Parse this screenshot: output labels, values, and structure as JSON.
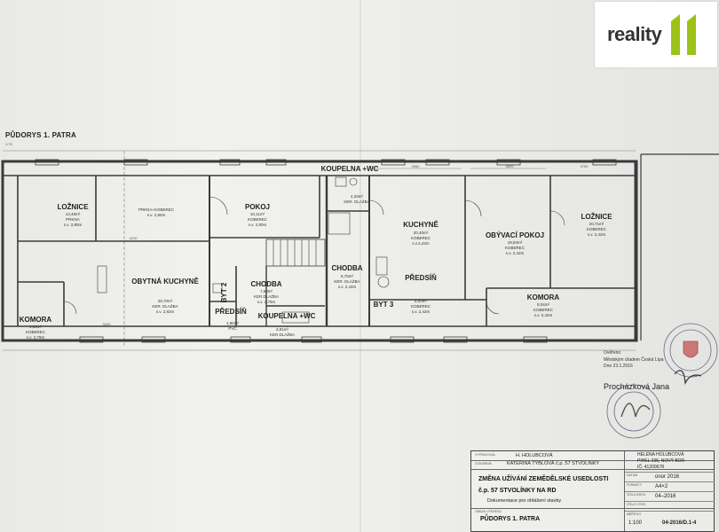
{
  "logo": {
    "text": "reality",
    "mark": "11",
    "mark_color": "#9cc218"
  },
  "plan": {
    "title": "PŮDORYS 1. PATRA",
    "scale_note": "1:75",
    "rooms": [
      {
        "name": "LOŽNICE",
        "area": "13,48m²",
        "floor": "PRKNA",
        "height": "s.v. 2,80m"
      },
      {
        "name": "",
        "area": "",
        "floor": "PRKNA+KOBEREC",
        "height": "s.v. 2,80m"
      },
      {
        "name": "POKOJ",
        "area": "10,11m²",
        "floor": "KOBEREC",
        "height": "s.v. 2,80m"
      },
      {
        "name": "KOUPELNA +WC",
        "area": "4,33m²",
        "floor": "KER. DLAŽBA",
        "height": ""
      },
      {
        "name": "OBYTNÁ KUCHYNĚ",
        "area": "29,70m²",
        "floor": "KER. DLAŽBA",
        "height": "s.v. 2,82m"
      },
      {
        "name": "KOMORA",
        "area": "4,85m²",
        "floor": "KOBEREC",
        "height": "s.v. 2,79m"
      },
      {
        "name": "BYT 2",
        "area": "",
        "floor": "",
        "height": ""
      },
      {
        "name": "CHODBA",
        "area": "7,80m²",
        "floor": "KER.DLAŽBA",
        "height": "s.v. 2,79m"
      },
      {
        "name": "PŘEDSÍŇ",
        "area": "1,90m²",
        "floor": "PVC",
        "height": "s.v. 2,79m"
      },
      {
        "name": "KOUPELNA +WC",
        "area": "3,91m²",
        "floor": "KER.DLAŽBA",
        "height": ""
      },
      {
        "name": "CHODBA",
        "area": "6,75m²",
        "floor": "KER. DLAŽBA",
        "height": "s.v. 2,42m"
      },
      {
        "name": "KUCHYNĚ",
        "area": "20,40m²",
        "floor": "KOBEREC",
        "height": "s.v.2,42m"
      },
      {
        "name": "BYT 3",
        "area": "",
        "floor": "",
        "height": ""
      },
      {
        "name": "PŘEDSÍŇ",
        "area": "6,00m²",
        "floor": "KOBEREC",
        "height": "s.v. 2,42m"
      },
      {
        "name": "OBÝVACÍ POKOJ",
        "area": "19,84m²",
        "floor": "KOBEREC",
        "height": "s.v. 2,42m"
      },
      {
        "name": "KOMORA",
        "area": "9,04m²",
        "floor": "KOBEREC",
        "height": "s.v. 2,42m"
      },
      {
        "name": "LOŽNICE",
        "area": "20,71m²",
        "floor": "KOBEREC",
        "height": "s.v. 2,42m"
      }
    ]
  },
  "certification": {
    "label": "Ověřeno",
    "authority": "Městským úřadem Česká Lípa",
    "date": "Dne 23.1.2016",
    "name": "Procházková Jana"
  },
  "title_block": {
    "drawn_by_label": "VYPRACOVAL",
    "drawn_by": "H. HOLUBCOVÁ",
    "client_label": "STAVEBNÍK",
    "client": "KATEŘINA TÝBLOVÁ č.p. 57 STVOLÍNKY",
    "project_title": "ZMĚNA UŽÍVÁNÍ ZEMĚDĚLSKÉ USEDLOSTI",
    "project_subtitle": "č.p. 57 STVOLÍNKY NA RD",
    "project_note": "Dokumentace pro ohlášení stavby",
    "sheet_label": "OBSAH VÝKRESU",
    "sheet_title": "PŮDORYS 1. PATRA",
    "author_name": "HELENA HOLUBCOVÁ",
    "author_address": "PIHEL 235, NOVÝ BOR",
    "author_ic": "IČ: 41200678",
    "date_label": "DATUM",
    "date": "únor 2016",
    "format_label": "FORMÁTY",
    "format": "A4×2",
    "archive_label": "ČÍSLO ARCH.",
    "archive": "04–2016",
    "drawing_no_label": "ČÍSLO VÝKR.",
    "scale_label": "MĚŘÍTKO",
    "scale": "1:100",
    "drawing_no": "04-2016/D.1-4"
  }
}
